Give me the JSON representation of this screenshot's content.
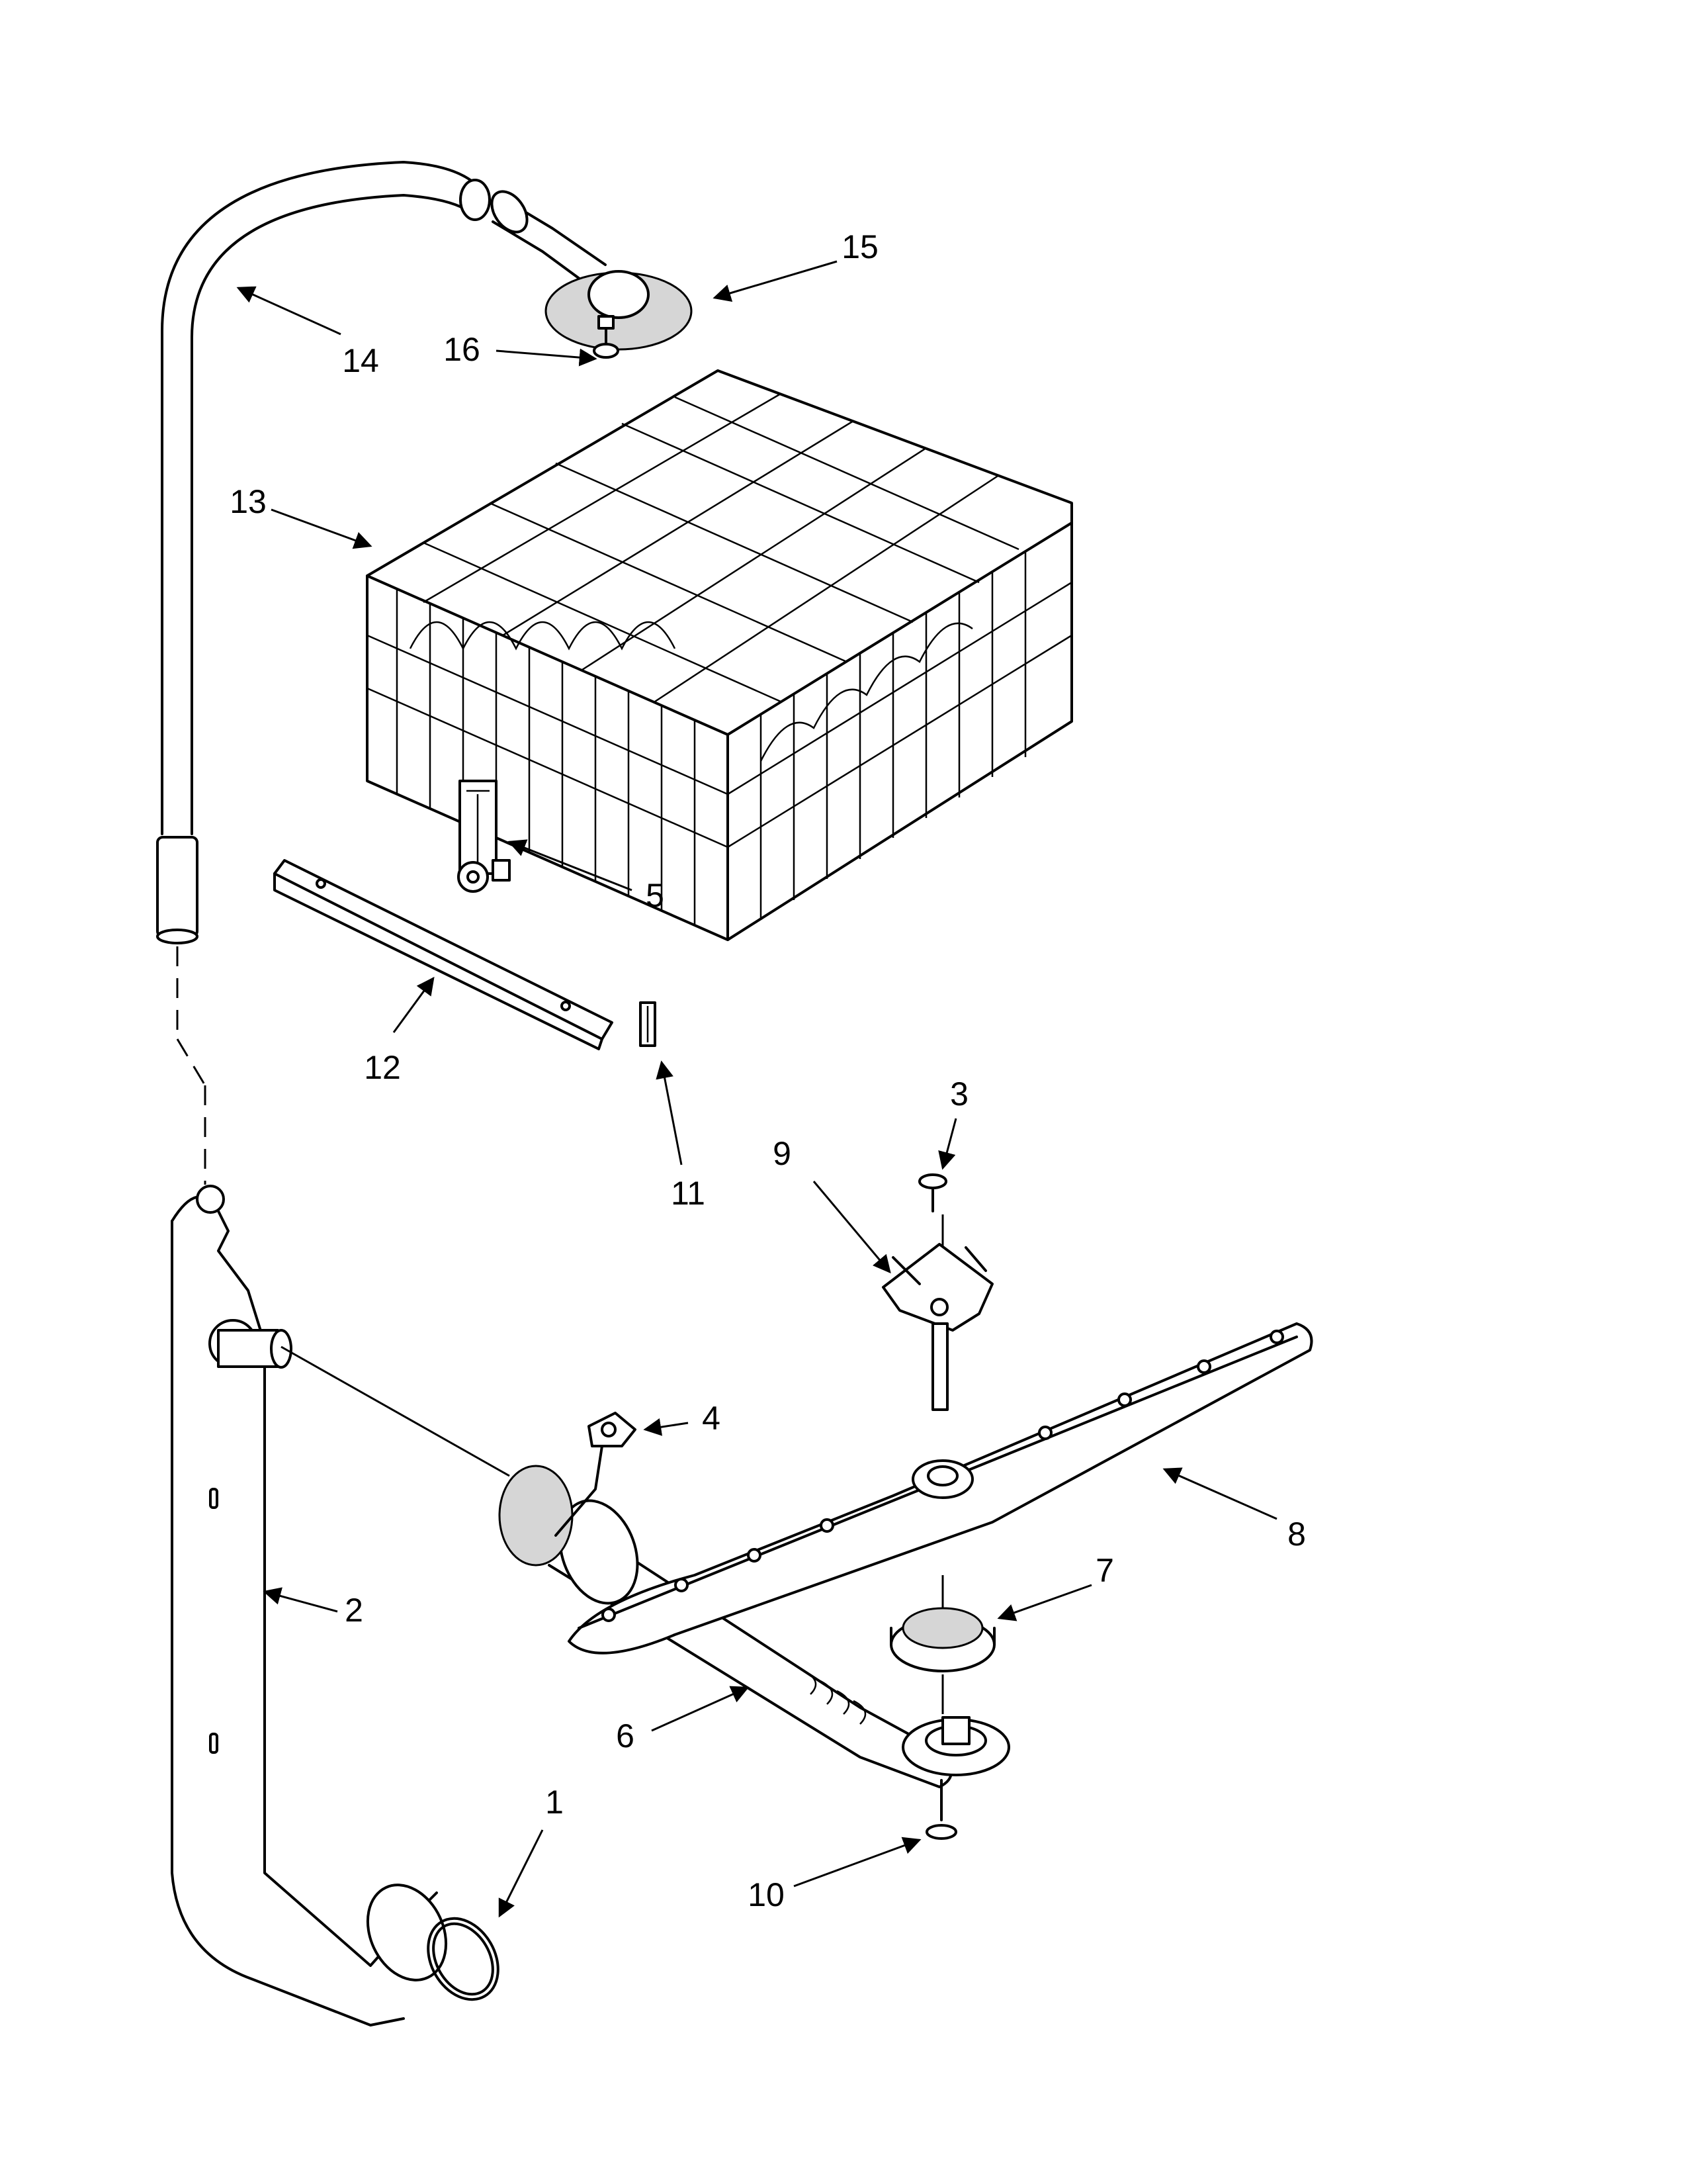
{
  "callouts": [
    {
      "id": "1",
      "text": "1",
      "part": "ring-seal"
    },
    {
      "id": "2",
      "text": "2",
      "part": "lower-manifold"
    },
    {
      "id": "3",
      "text": "3",
      "part": "screw"
    },
    {
      "id": "4",
      "text": "4",
      "part": "bracket"
    },
    {
      "id": "5",
      "text": "5",
      "part": "rack-adjuster"
    },
    {
      "id": "6",
      "text": "6",
      "part": "spray-arm-manifold"
    },
    {
      "id": "7",
      "text": "7",
      "part": "bearing-ring"
    },
    {
      "id": "8",
      "text": "8",
      "part": "lower-spray-arm"
    },
    {
      "id": "9",
      "text": "9",
      "part": "spray-arm-support"
    },
    {
      "id": "10",
      "text": "10",
      "part": "screw-lower"
    },
    {
      "id": "11",
      "text": "11",
      "part": "track-stop"
    },
    {
      "id": "12",
      "text": "12",
      "part": "rack-track"
    },
    {
      "id": "13",
      "text": "13",
      "part": "upper-dishrack"
    },
    {
      "id": "14",
      "text": "14",
      "part": "upper-water-tube"
    },
    {
      "id": "15",
      "text": "15",
      "part": "upper-spray-nozzle"
    },
    {
      "id": "16",
      "text": "16",
      "part": "nozzle-screw"
    }
  ]
}
